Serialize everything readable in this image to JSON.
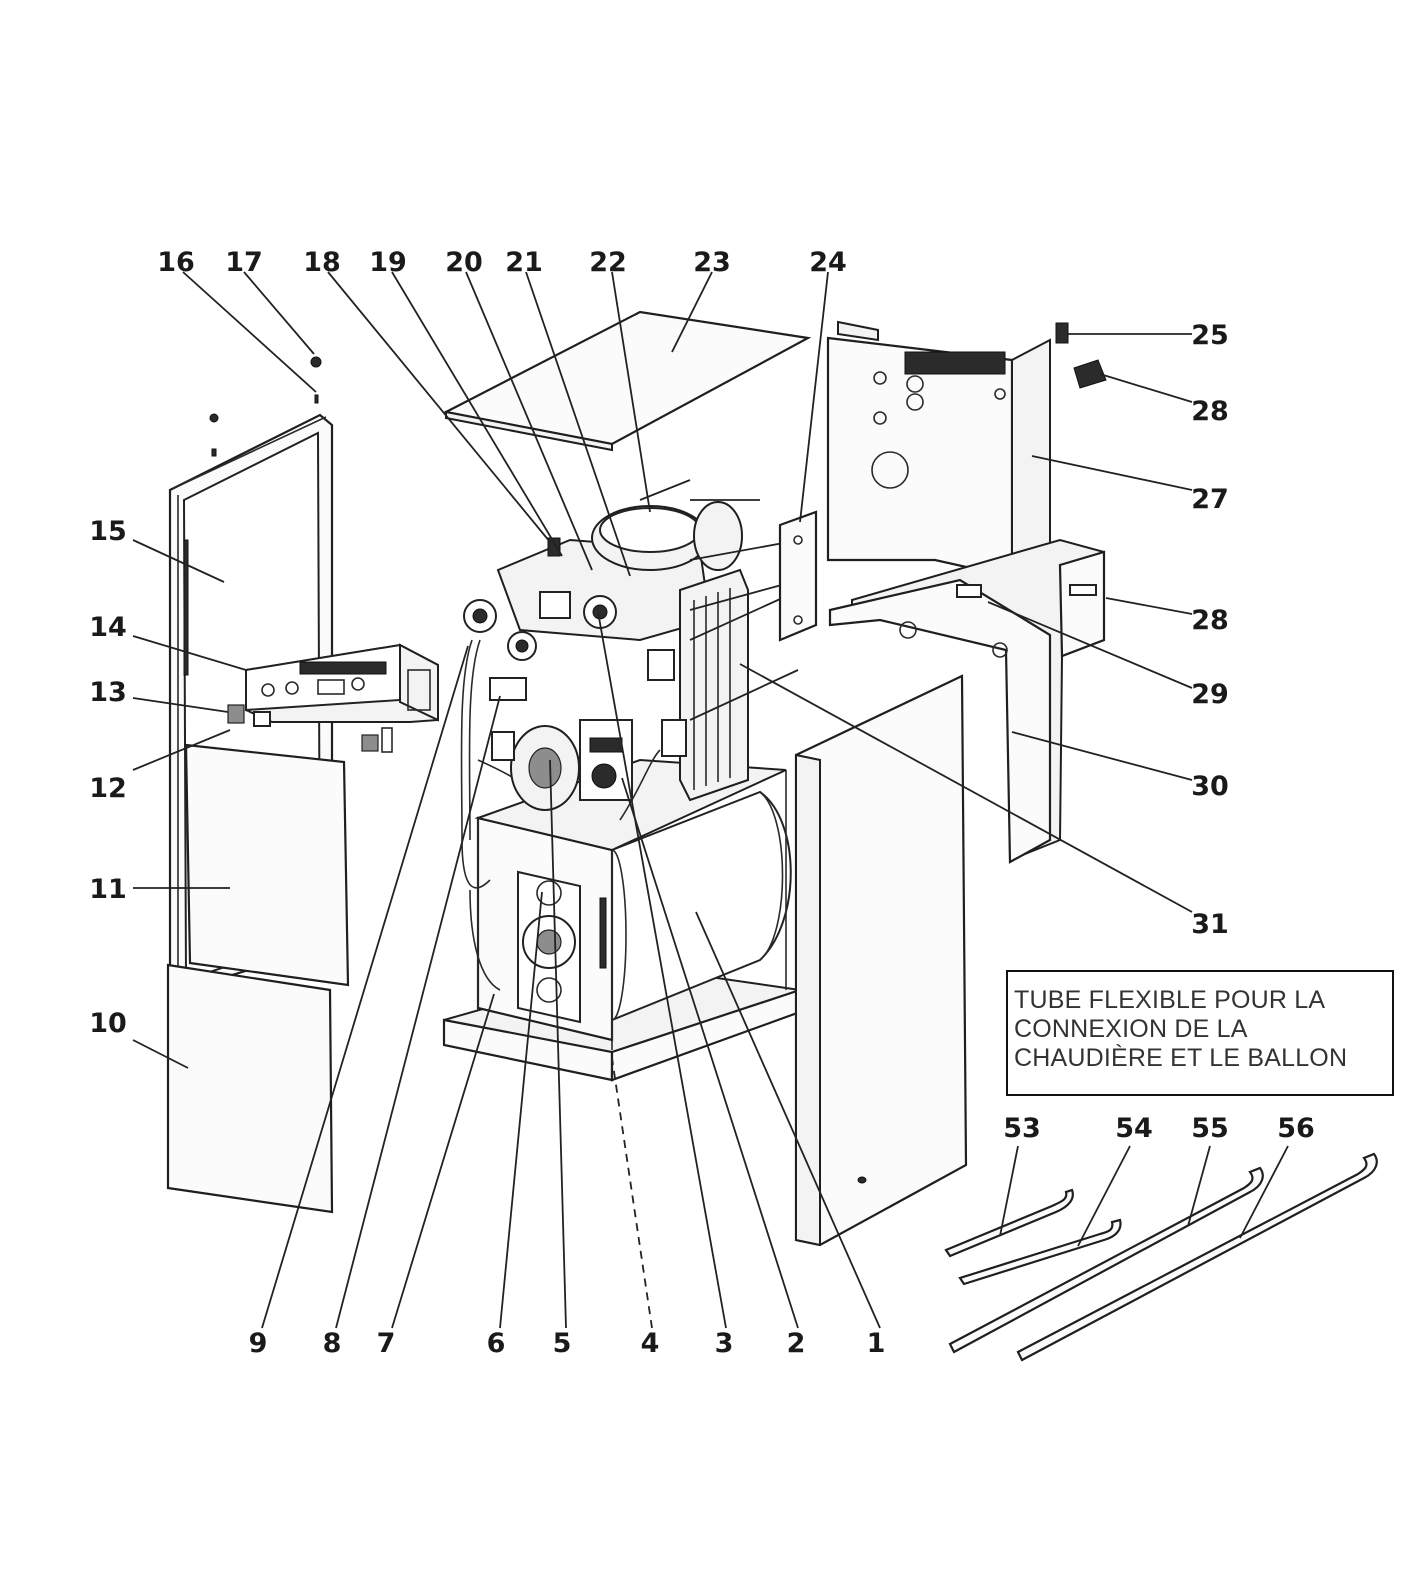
{
  "labels": {
    "p1": "1",
    "p2": "2",
    "p3": "3",
    "p4": "4",
    "p5": "5",
    "p6": "6",
    "p7": "7",
    "p8": "8",
    "p9": "9",
    "p10": "10",
    "p11": "11",
    "p12": "12",
    "p13": "13",
    "p14": "14",
    "p15": "15",
    "p16": "16",
    "p17": "17",
    "p18": "18",
    "p19": "19",
    "p20": "20",
    "p21": "21",
    "p22": "22",
    "p23": "23",
    "p24": "24",
    "p25": "25",
    "p26": "28",
    "p27": "27",
    "p28": "28",
    "p29": "29",
    "p30": "30",
    "p31": "31",
    "p53": "53",
    "p54": "54",
    "p55": "55",
    "p56": "56"
  },
  "note": {
    "text": "TUBE FLEXIBLE POUR LA\nCONNEXION DE LA\nCHAUDIÈRE ET LE BALLON"
  }
}
